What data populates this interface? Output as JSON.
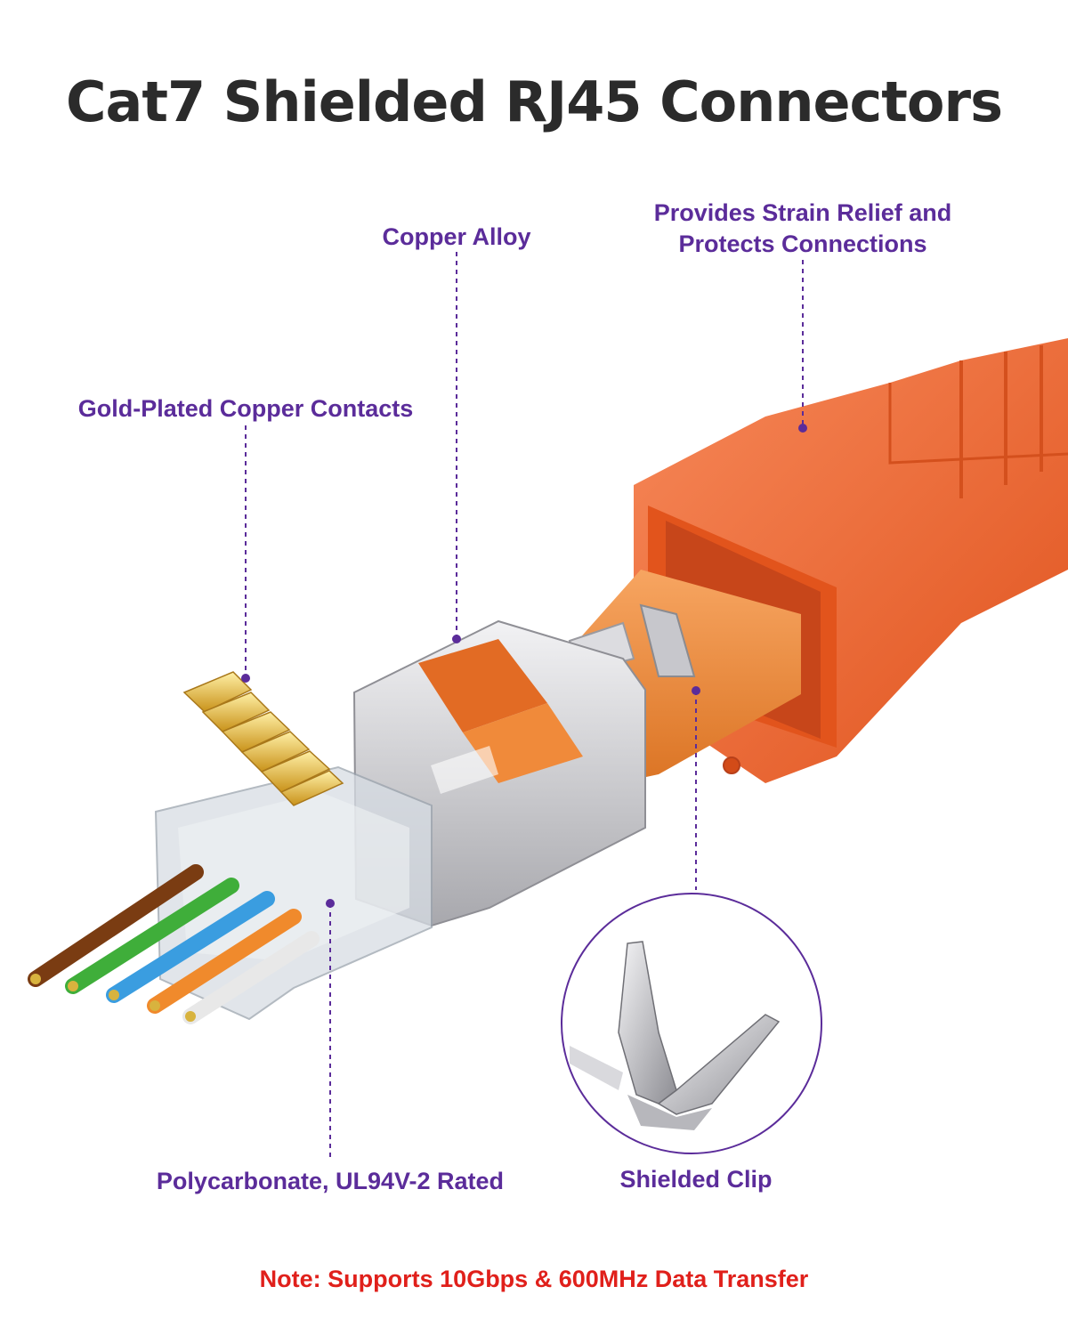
{
  "title": "Cat7 Shielded RJ45 Connectors",
  "colors": {
    "title": "#2b2b2b",
    "callout": "#5b2c9a",
    "note": "#e0201b",
    "boot": "#f2662b",
    "shield": "#c9c9cc",
    "gold": "#e6b93a"
  },
  "callouts": {
    "copper_alloy": "Copper Alloy",
    "strain_relief_line1": "Provides Strain Relief and",
    "strain_relief_line2": "Protects Connections",
    "gold_contacts": "Gold-Plated Copper Contacts",
    "polycarbonate": "Polycarbonate, UL94V-2 Rated",
    "shielded_clip": "Shielded Clip"
  },
  "note": "Note: Supports 10Gbps & 600MHz Data Transfer",
  "wire_colors": [
    "#7a3c12",
    "#3fae3a",
    "#3a9de0",
    "#f08a2c",
    "#e8e8e8"
  ]
}
